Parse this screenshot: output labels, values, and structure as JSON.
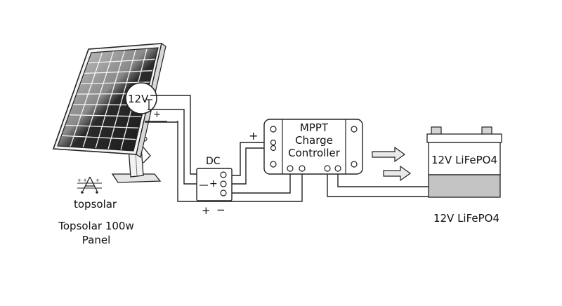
{
  "panel": {
    "voltage_label": "12V",
    "brand_name": "topsolar",
    "caption_line1": "Topsolar 100w",
    "caption_line2": "Panel",
    "plus_sign": "+"
  },
  "dc_box": {
    "label": "DC",
    "plus_sign": "+",
    "minus_sign": "−",
    "bottom_plus": "+",
    "bottom_minus": "−"
  },
  "controller": {
    "line1": "MPPT",
    "line2": "Charge",
    "line3": "Controller",
    "input_plus": "+"
  },
  "battery": {
    "label": "12V LiFePO4",
    "caption": "12V LiFePO4"
  },
  "colors": {
    "line": "#222222",
    "panel_cell": "#2b2b2b",
    "panel_cell_light": "#bdbdbd",
    "battery_bottom": "#c4c4c4",
    "arrow_fill": "#e9e9e9"
  }
}
